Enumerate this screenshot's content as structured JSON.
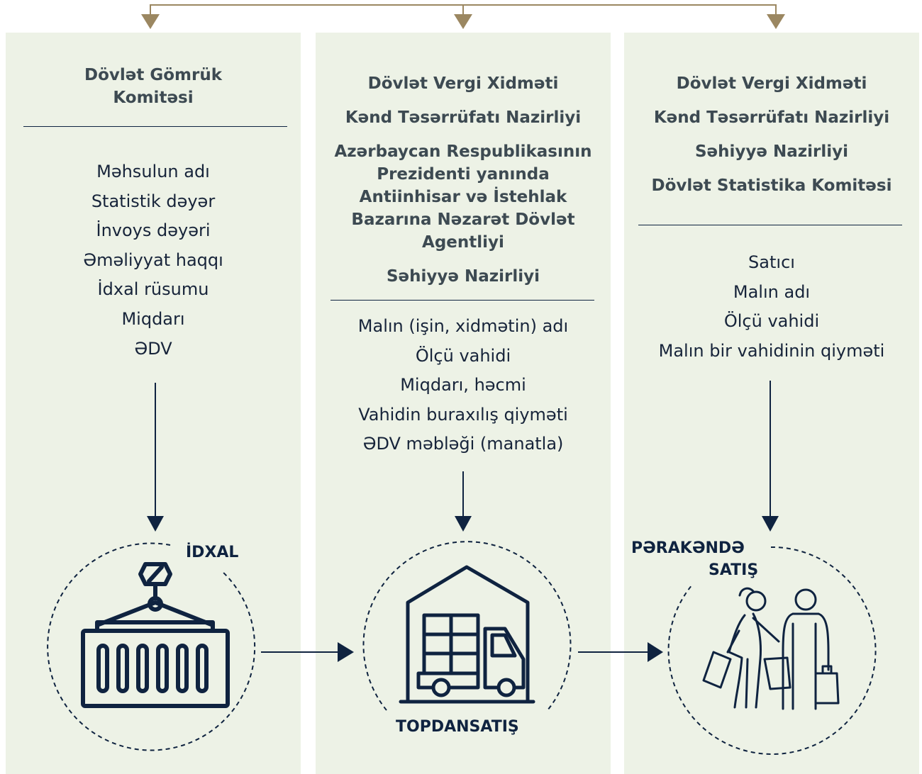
{
  "columns": [
    {
      "orgs": [
        "Dövlət Gömrük Komitəsi"
      ],
      "fields": [
        "Məhsulun adı",
        "Statistik dəyər",
        "İnvoys dəyəri",
        "Əməliyyat haqqı",
        "İdxal rüsumu",
        "Miqdarı",
        "ƏDV"
      ],
      "stage": "İDXAL",
      "stage_icon": "shipping-container-icon"
    },
    {
      "orgs": [
        "Dövlət Vergi Xidməti",
        "Kənd Təsərrüfatı Nazirliyi",
        "Azərbaycan Respublikasının Prezidenti yanında Antiinhisar və İstehlak Bazarına Nəzarət Dövlət Agentliyi",
        "Səhiyyə Nazirliyi"
      ],
      "fields": [
        "Malın (işin, xidmətin) adı",
        "Ölçü vahidi",
        "Miqdarı, həcmi",
        "Vahidin buraxılış qiyməti",
        "ƏDV məbləği (manatla)"
      ],
      "stage": "TOPDANSATIŞ",
      "stage_icon": "warehouse-truck-icon"
    },
    {
      "orgs": [
        "Dövlət Vergi Xidməti",
        "Kənd Təsərrüfatı Nazirliyi",
        "Səhiyyə Nazirliyi",
        "Dövlət Statistika Komitəsi"
      ],
      "fields": [
        "Satıcı",
        "Malın adı",
        "Ölçü vahidi",
        "Malın bir vahidinin qiyməti"
      ],
      "stage_line1": "PƏRAKƏNDƏ",
      "stage_line2": "SATIŞ",
      "stage_icon": "shoppers-icon"
    }
  ],
  "colors": {
    "panel": "#edf2e6",
    "accent": "#9b8761",
    "navy": "#0f2340"
  }
}
